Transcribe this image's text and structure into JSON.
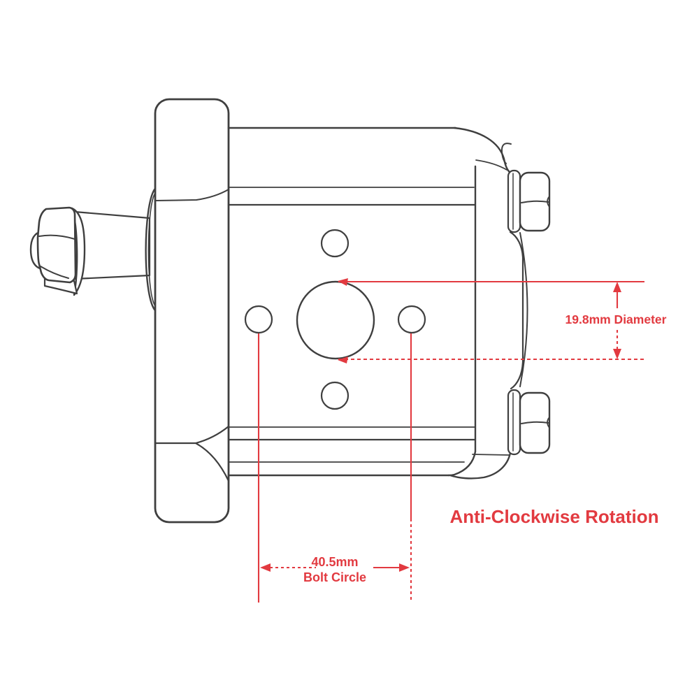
{
  "annotations": {
    "diameter_label": "19.8mm Diameter",
    "bolt_circle_value": "40.5mm",
    "bolt_circle_label": "Bolt Circle",
    "rotation_label": "Anti-Clockwise Rotation"
  },
  "dimensions": {
    "port_diameter_mm": 19.8,
    "bolt_circle_mm": 40.5
  },
  "colors": {
    "annotation_red": "#E23A40",
    "line_dark": "#3F3F3F",
    "background": "#FFFFFF"
  }
}
